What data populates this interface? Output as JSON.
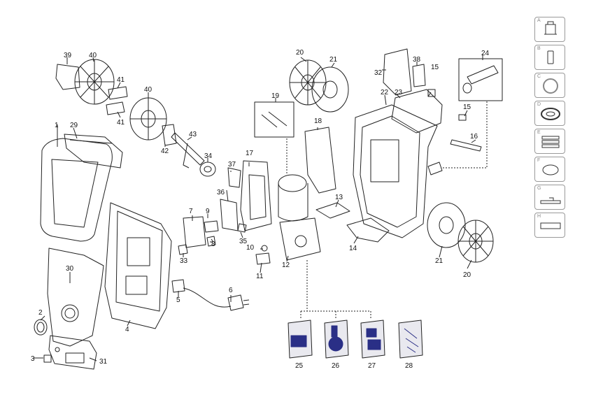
{
  "parts": {
    "p1": "1",
    "p2": "2",
    "p3": "3",
    "p4": "4",
    "p5": "5",
    "p6": "6",
    "p7": "7",
    "p8": "8",
    "p9": "9",
    "p10": "10",
    "p11": "11",
    "p12": "12",
    "p13": "13",
    "p14": "14",
    "p15a": "15",
    "p15b": "15",
    "p16": "16",
    "p17": "17",
    "p18": "18",
    "p19": "19",
    "p20a": "20",
    "p20b": "20",
    "p21a": "21",
    "p21b": "21",
    "p22": "22",
    "p23": "23",
    "p24": "24",
    "p25": "25",
    "p26": "26",
    "p27": "27",
    "p28": "28",
    "p29": "29",
    "p30": "30",
    "p31": "31",
    "p32": "32",
    "p33": "33",
    "p34": "34",
    "p35": "35",
    "p36": "36",
    "p37": "37",
    "p38": "38",
    "p39": "39",
    "p40a": "40",
    "p40b": "40",
    "p41a": "41",
    "p41b": "41",
    "p42": "42",
    "p43": "43"
  },
  "sidebar": {
    "tiles": [
      {
        "letter": "A",
        "icon": "pump-icon"
      },
      {
        "letter": "B",
        "icon": "phone-icon"
      },
      {
        "letter": "C",
        "icon": "o-ring-icon"
      },
      {
        "letter": "D",
        "icon": "seal-ring-icon"
      },
      {
        "letter": "E",
        "icon": "stacked-seals-icon"
      },
      {
        "letter": "F",
        "icon": "disc-icon"
      },
      {
        "letter": "G",
        "icon": "filter-plate-icon"
      },
      {
        "letter": "H",
        "icon": "flat-plate-icon"
      }
    ]
  },
  "colors": {
    "line": "#222222",
    "kit_blue": "#2a2f86",
    "kit_bag": "#e9e9ef"
  }
}
